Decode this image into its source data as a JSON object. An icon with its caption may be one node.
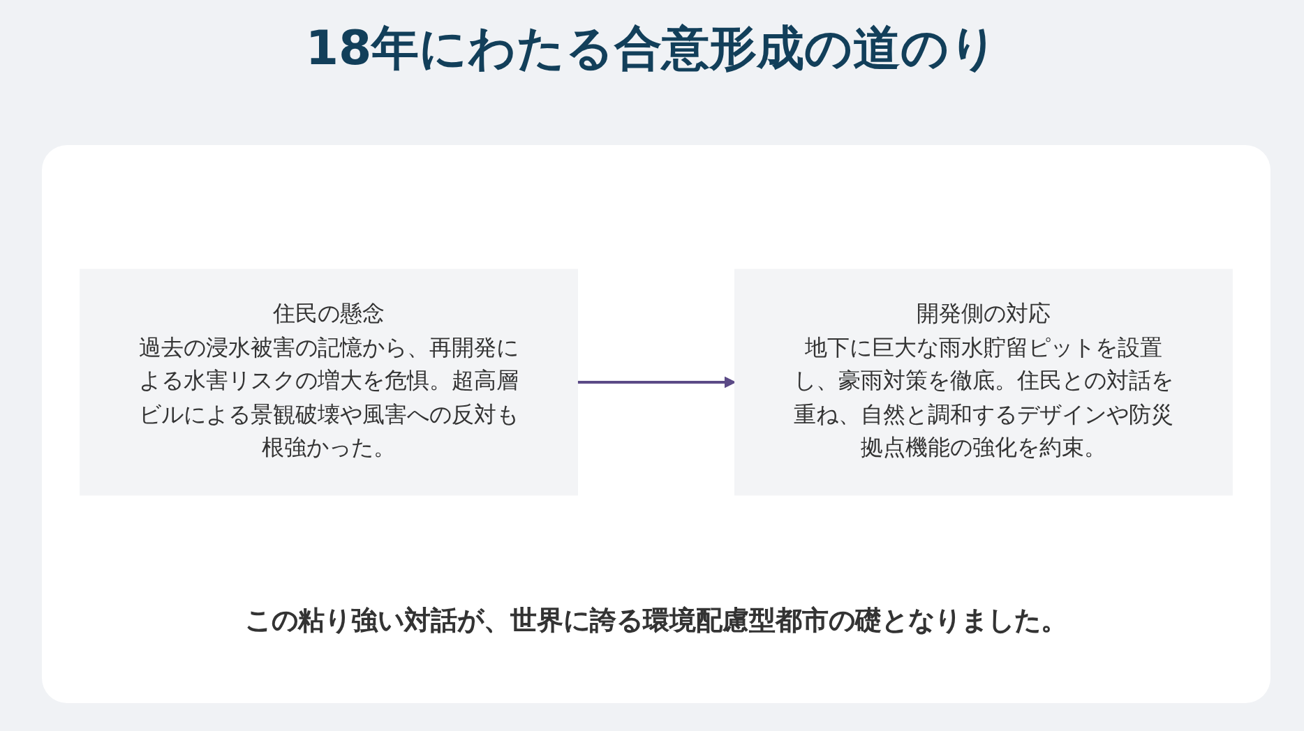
{
  "diagram": {
    "title": "18年にわたる合意形成の道のり",
    "nodes": [
      {
        "text": [
          "住民の懸念",
          "過去の浸水被害の記憶から、再開発による水害リスクの増大を危惧。超高層ビルによる景観破壊や風害への反対も根強かった。"
        ]
      },
      {
        "text": [
          "開発側の対応",
          "地下に巨大な雨水貯留ピットを設置し、豪雨対策を徹底。住民との対話を重ね、自然と調和するデザインや防災拠点機能の強化を約束。"
        ]
      }
    ],
    "edges": [
      {
        "from": 0,
        "to": 1,
        "arrow": "to"
      }
    ],
    "labels": [
      "この粘り強い対話が、世界に誇る環境配慮型都市の礎となりました。"
    ]
  }
}
